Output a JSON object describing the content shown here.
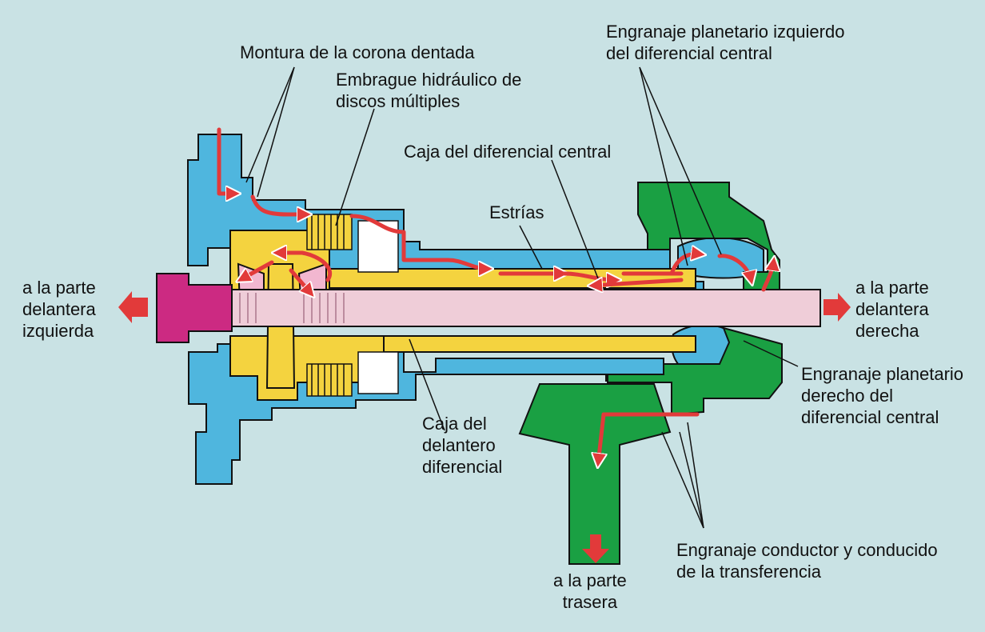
{
  "colors": {
    "background": "#c9e2e4",
    "housing": "#4fb6de",
    "front_differential": "#f4d33f",
    "axle_shaft": "#efcdd8",
    "left_output": "#cc2a82",
    "transfer_gears": "#1aa043",
    "flow_arrow": "#e23a3a",
    "leader_line": "#111111"
  },
  "labels": {
    "ring_gear_mount": "Montura de la corona dentada",
    "clutch": [
      "Embrague hidráulico de",
      "discos múltiples"
    ],
    "center_diff_case": "Caja del diferencial central",
    "splines": "Estrías",
    "left_planetary": [
      "Engranaje planetario izquierdo",
      "del diferencial central"
    ],
    "right_planetary": [
      "Engranaje planetario",
      "derecho del",
      "diferencial central"
    ],
    "front_diff_case": [
      "Caja del",
      "delantero",
      "diferencial"
    ],
    "transfer_gears": [
      "Engranaje conductor y conducido",
      "de la transferencia"
    ]
  },
  "outputs": {
    "front_left": [
      "a la parte",
      "delantera",
      "izquierda"
    ],
    "front_right": [
      "a la parte",
      "delantera",
      "derecha"
    ],
    "rear": [
      "a la parte",
      "trasera"
    ]
  }
}
